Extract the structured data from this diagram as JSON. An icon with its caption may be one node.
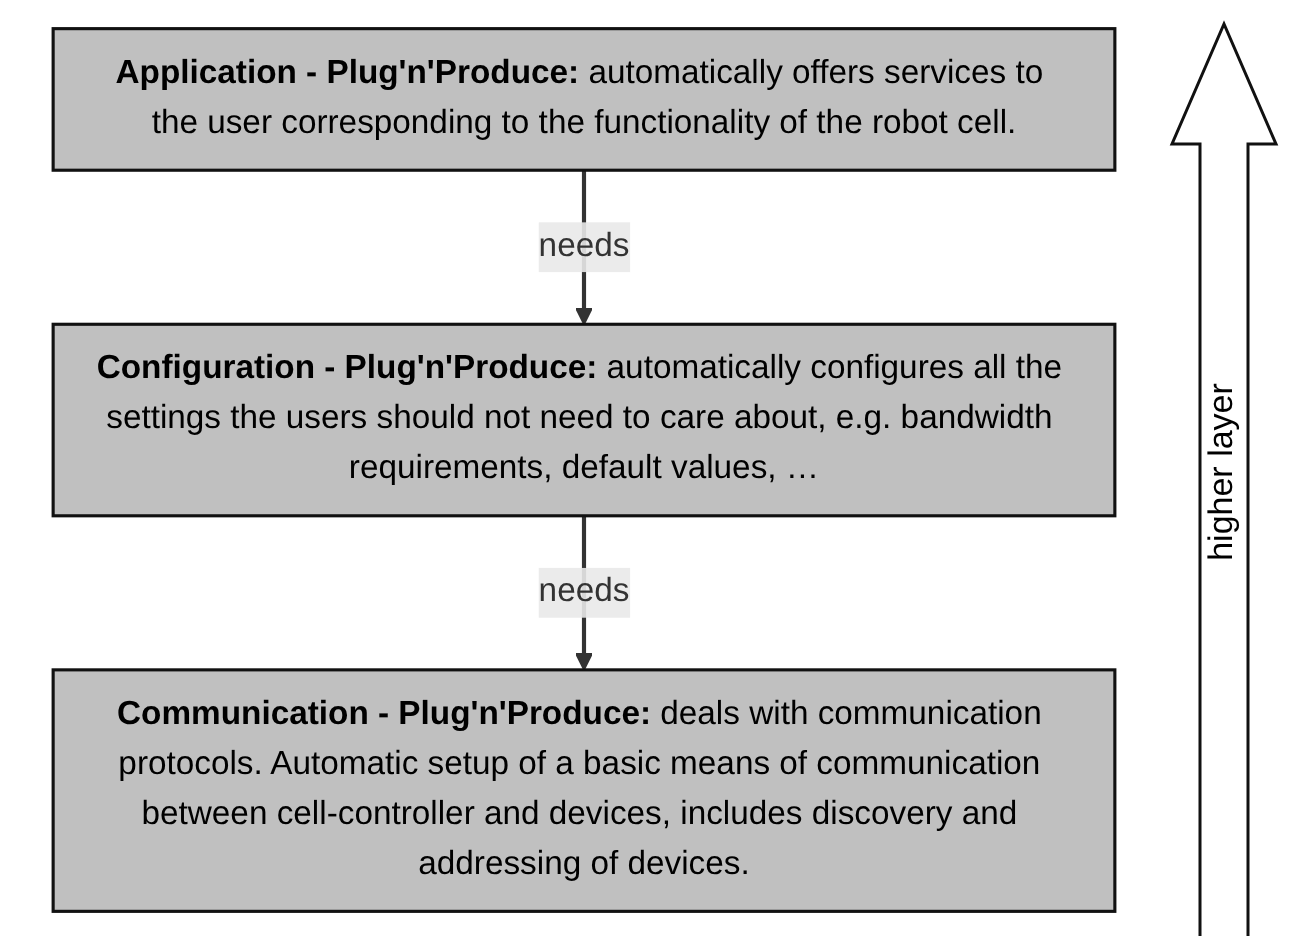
{
  "diagram": {
    "nodes": [
      {
        "text": [
          "Application - Plug'n'Produce:",
          "automatically offers services to the user corresponding to the functionality of the robot cell."
        ]
      },
      {
        "text": [
          "Configuration - Plug'n'Produce:",
          "automatically configures all the settings the users should not need to care about, e.g. bandwidth requirements, default values, …"
        ]
      },
      {
        "text": [
          "Communication - Plug'n'Produce:",
          "deals with communication protocols. Automatic setup of a basic means of communication between cell-controller and devices, includes discovery and addressing of devices."
        ]
      }
    ],
    "edges": [
      {
        "from": 0,
        "to": 1,
        "arrow": "to",
        "label": "needs"
      },
      {
        "from": 1,
        "to": 2,
        "arrow": "to",
        "label": "needs"
      }
    ],
    "labels": [
      "higher layer"
    ]
  }
}
